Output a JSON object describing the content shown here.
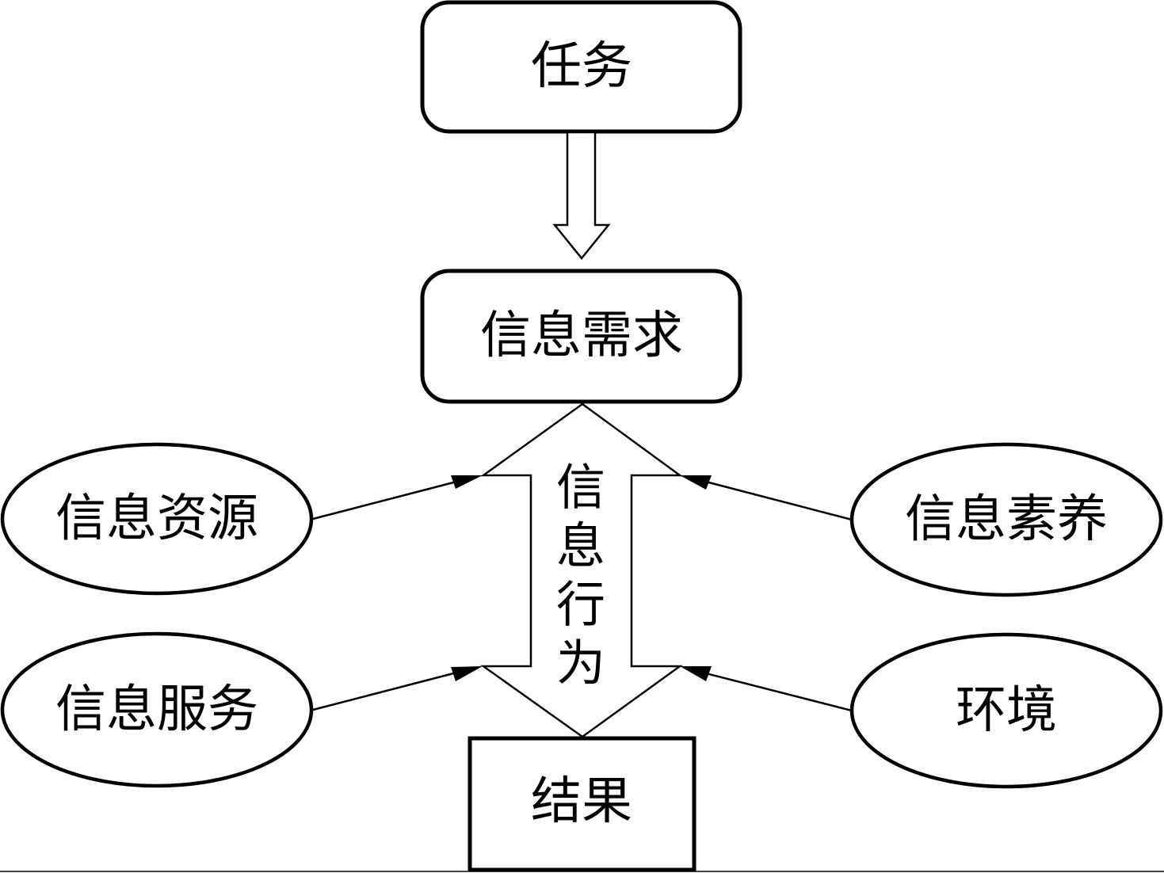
{
  "diagram": {
    "title": "信息行为模型",
    "nodes": {
      "task": {
        "label": "任务",
        "shape": "rounded-rectangle"
      },
      "info_need": {
        "label": "信息需求",
        "shape": "rounded-rectangle"
      },
      "info_behavior": {
        "label": "信息行为",
        "shape": "double-headed-block-arrow",
        "orientation": "vertical",
        "chars": [
          "信",
          "息",
          "行",
          "为"
        ]
      },
      "result": {
        "label": "结果",
        "shape": "rectangle"
      },
      "info_resources": {
        "label": "信息资源",
        "shape": "ellipse"
      },
      "info_services": {
        "label": "信息服务",
        "shape": "ellipse"
      },
      "info_literacy": {
        "label": "信息素养",
        "shape": "ellipse"
      },
      "environment": {
        "label": "环境",
        "shape": "ellipse"
      }
    },
    "edges": [
      {
        "from": "任务",
        "to": "信息需求",
        "style": "hollow-block-arrow"
      },
      {
        "from": "信息需求",
        "to": "信息行为",
        "style": "block-connector"
      },
      {
        "from": "信息行为",
        "to": "结果",
        "style": "block-connector"
      },
      {
        "from": "信息资源",
        "to": "信息行为",
        "style": "solid-arrow"
      },
      {
        "from": "信息服务",
        "to": "信息行为",
        "style": "solid-arrow"
      },
      {
        "from": "信息素养",
        "to": "信息行为",
        "style": "solid-arrow"
      },
      {
        "from": "环境",
        "to": "信息行为",
        "style": "solid-arrow"
      }
    ],
    "colors": {
      "stroke": "#000000",
      "fill": "#ffffff",
      "text": "#000000"
    }
  }
}
